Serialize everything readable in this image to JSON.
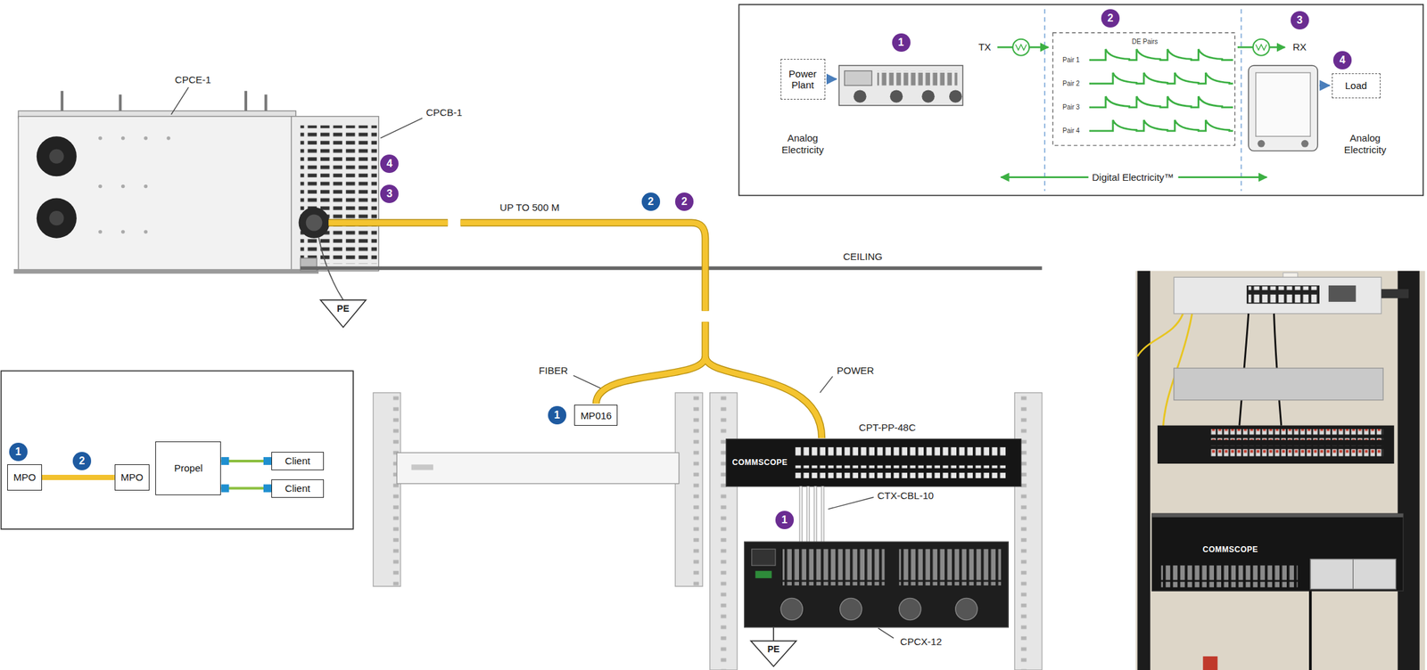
{
  "diagram": {
    "nodes": [
      {
        "text": [
          "Power Plant"
        ]
      },
      {
        "text": [
          "Load"
        ]
      },
      {
        "text": [
          "MP016"
        ]
      },
      {
        "text": [
          "MPO"
        ]
      },
      {
        "text": [
          "MPO"
        ]
      },
      {
        "text": [
          "Propel"
        ]
      },
      {
        "text": [
          "Client"
        ]
      },
      {
        "text": [
          "Client"
        ]
      }
    ],
    "edges": [
      {
        "from": 3,
        "to": 4,
        "arrow": "none"
      },
      {
        "from": 5,
        "to": 6,
        "arrow": "none"
      },
      {
        "from": 5,
        "to": 7,
        "arrow": "none"
      }
    ],
    "labels": [
      "CPCE-1",
      "CPCB-1",
      "4",
      "3",
      "PE",
      "UP TO 500 M",
      "2",
      "2",
      "CEILING",
      "FIBER",
      "POWER",
      "1",
      "CPT-PP-48C",
      "COMMSCOPE",
      "1",
      "CTX-CBL-10",
      "CPCX-12",
      "PE",
      "1",
      "2",
      "1",
      "TX",
      "2",
      "DE Pairs",
      "Pair 1",
      "Pair 2",
      "Pair 3",
      "Pair 4",
      "3",
      "RX",
      "4",
      "Analog Electricity",
      "Analog Electricity",
      "Digital Electricity™",
      "COMMSCOPE"
    ]
  }
}
